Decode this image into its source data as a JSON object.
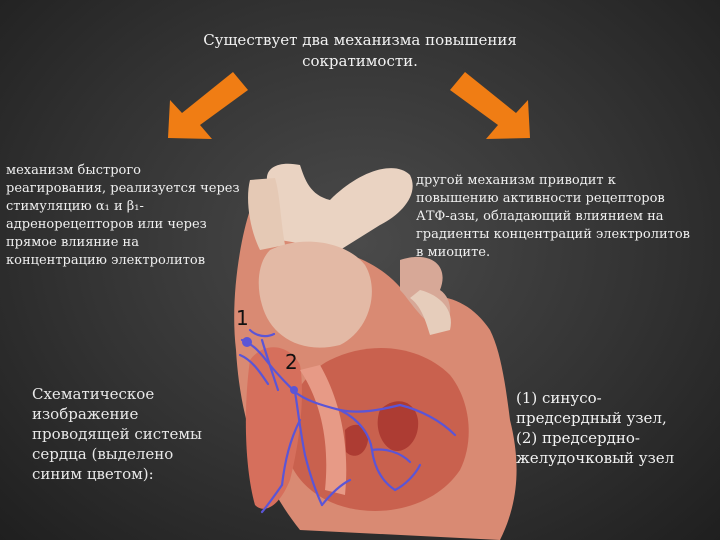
{
  "title": {
    "line1": "Существует два механизма повышения",
    "line2": "сократимости."
  },
  "left_text": "механизм быстрого реагирования, реализуется через стимуляцию α₁ и β₁-адренорецепторов или через прямое влияние на концентрацию электролитов",
  "right_text": "другой механизм приводит к повышению активности рецепторов АТФ-азы, обладающий влиянием на градиенты концентраций электролитов в миоците.",
  "bottom_left": "Схематическое изображение проводящей системы сердца (выделено синим цветом):",
  "bottom_right": {
    "line1": "(1) синусо-",
    "line2": "предсердный узел,",
    "line3": "(2) предсердно-",
    "line4": "желудочковый узел"
  },
  "markers": {
    "one": "1",
    "two": "2"
  },
  "colors": {
    "arrow": "#f07d14",
    "conduction": "#5b55d6",
    "muscle": "#c9614e",
    "vessel": "#e8c6b3"
  }
}
